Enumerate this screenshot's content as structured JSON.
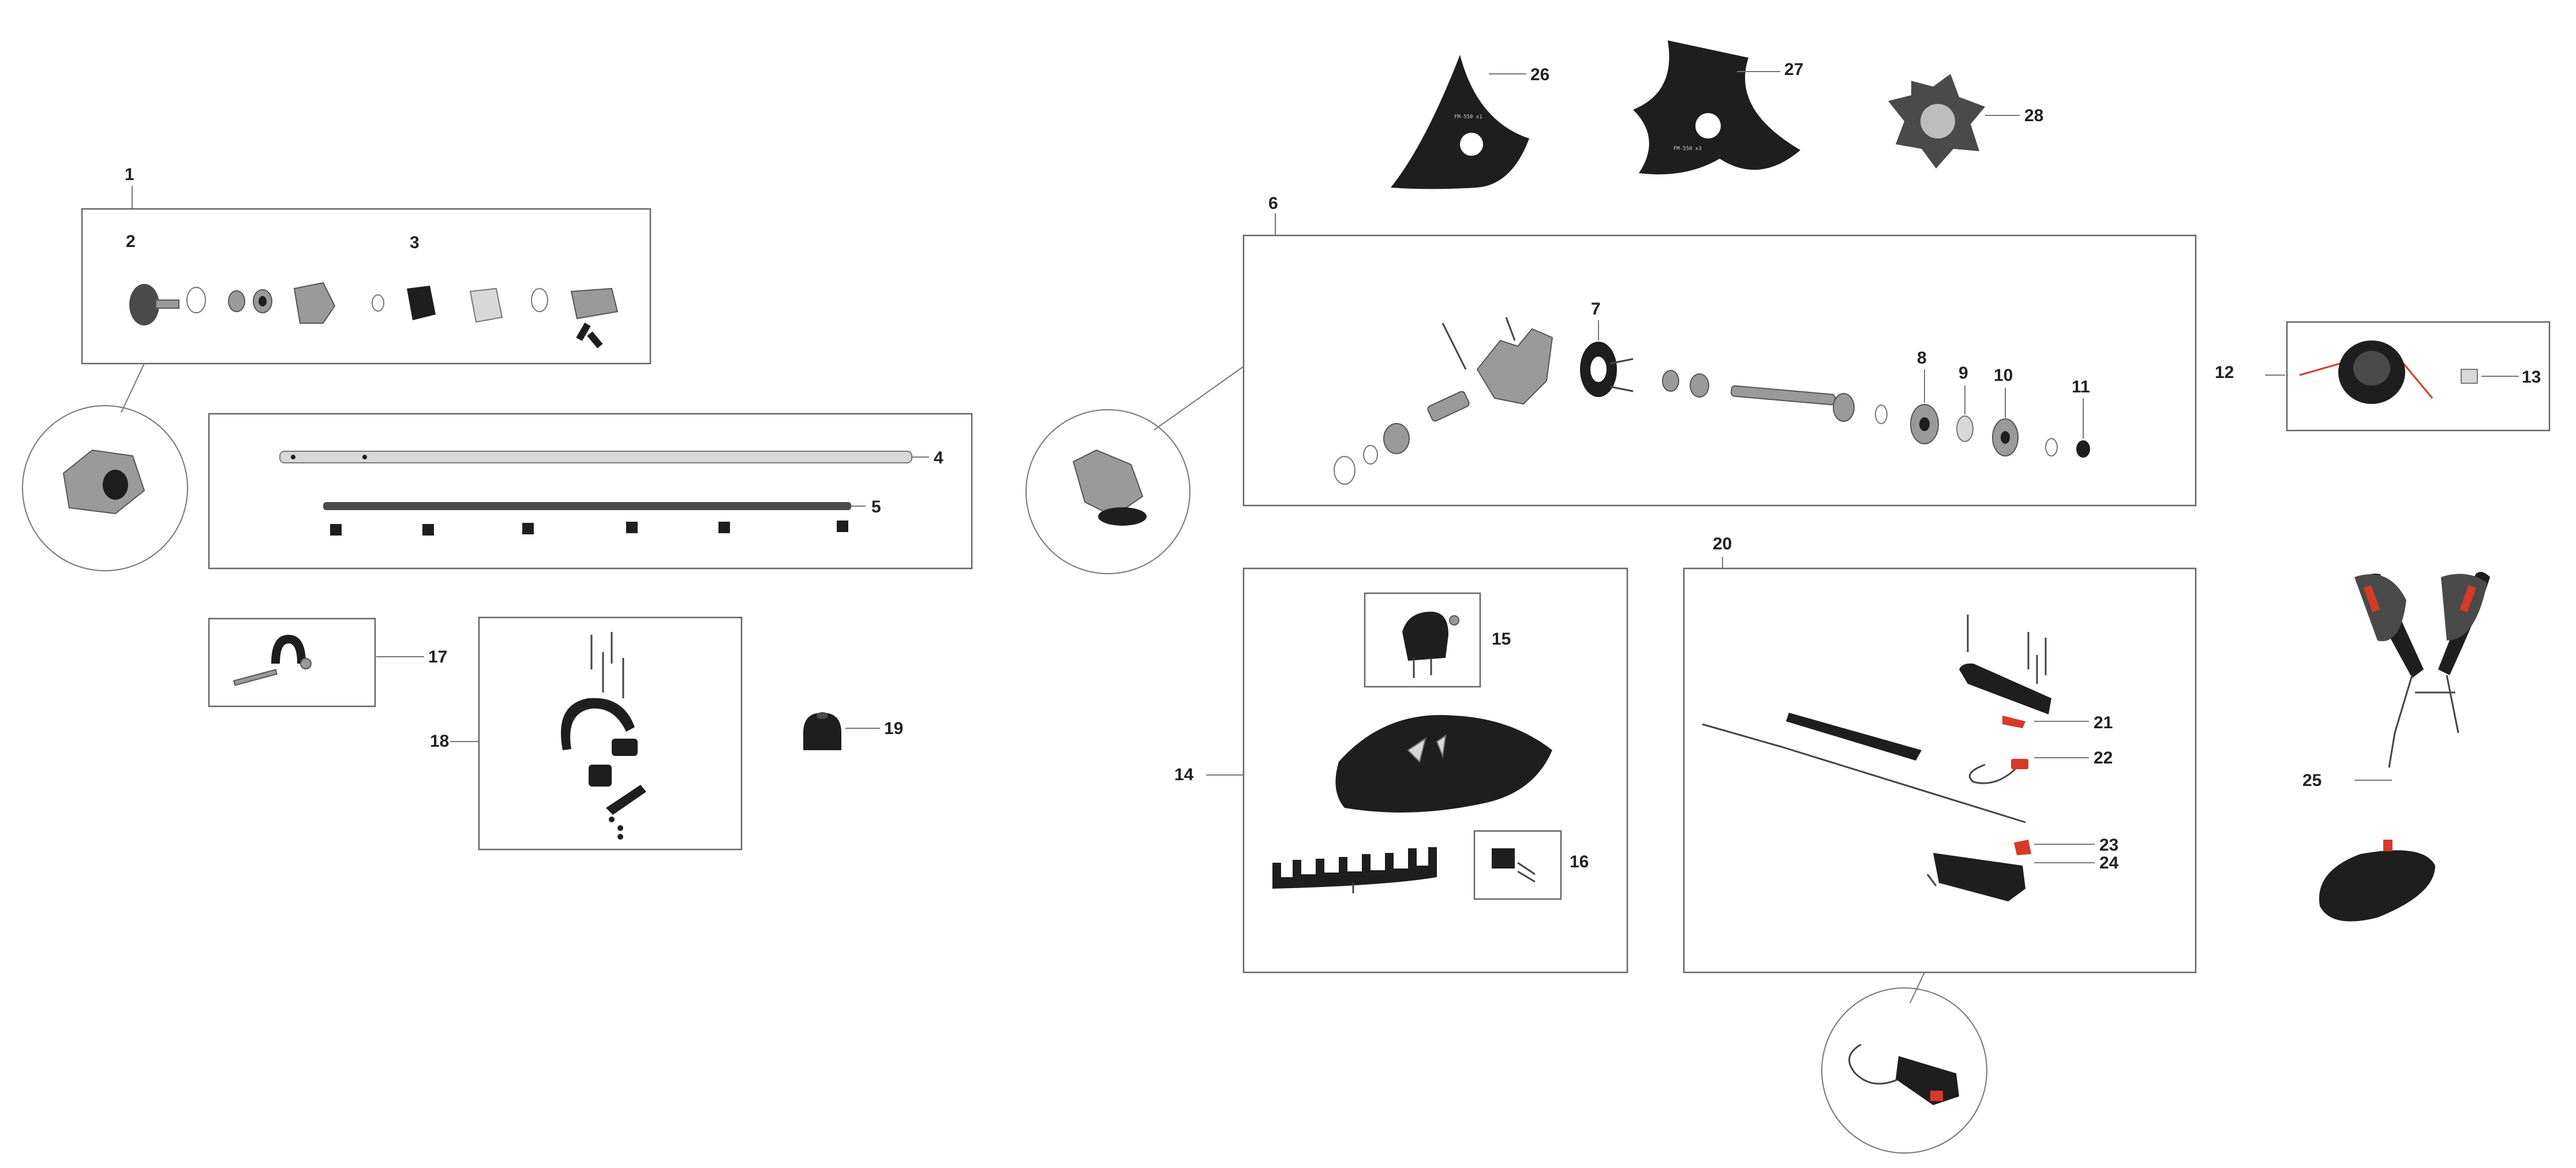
{
  "diagram_title": "Brush cutter exploded parts diagram",
  "callouts": {
    "c1": "1",
    "c2": "2",
    "c3": "3",
    "c4": "4",
    "c5": "5",
    "c6": "6",
    "c7": "7",
    "c8": "8",
    "c9": "9",
    "c10": "10",
    "c11": "11",
    "c12": "12",
    "c13": "13",
    "c14": "14",
    "c15": "15",
    "c16": "16",
    "c17": "17",
    "c18": "18",
    "c19": "19",
    "c20": "20",
    "c21": "21",
    "c22": "22",
    "c23": "23",
    "c24": "24",
    "c25": "25",
    "c26": "26",
    "c27": "27",
    "c28": "28"
  },
  "colors": {
    "background": "#ffffff",
    "frame": "#666666",
    "part_dark": "#1e1e1e",
    "part_metal": "#9a9a9a",
    "accent_red": "#d63a2a"
  }
}
